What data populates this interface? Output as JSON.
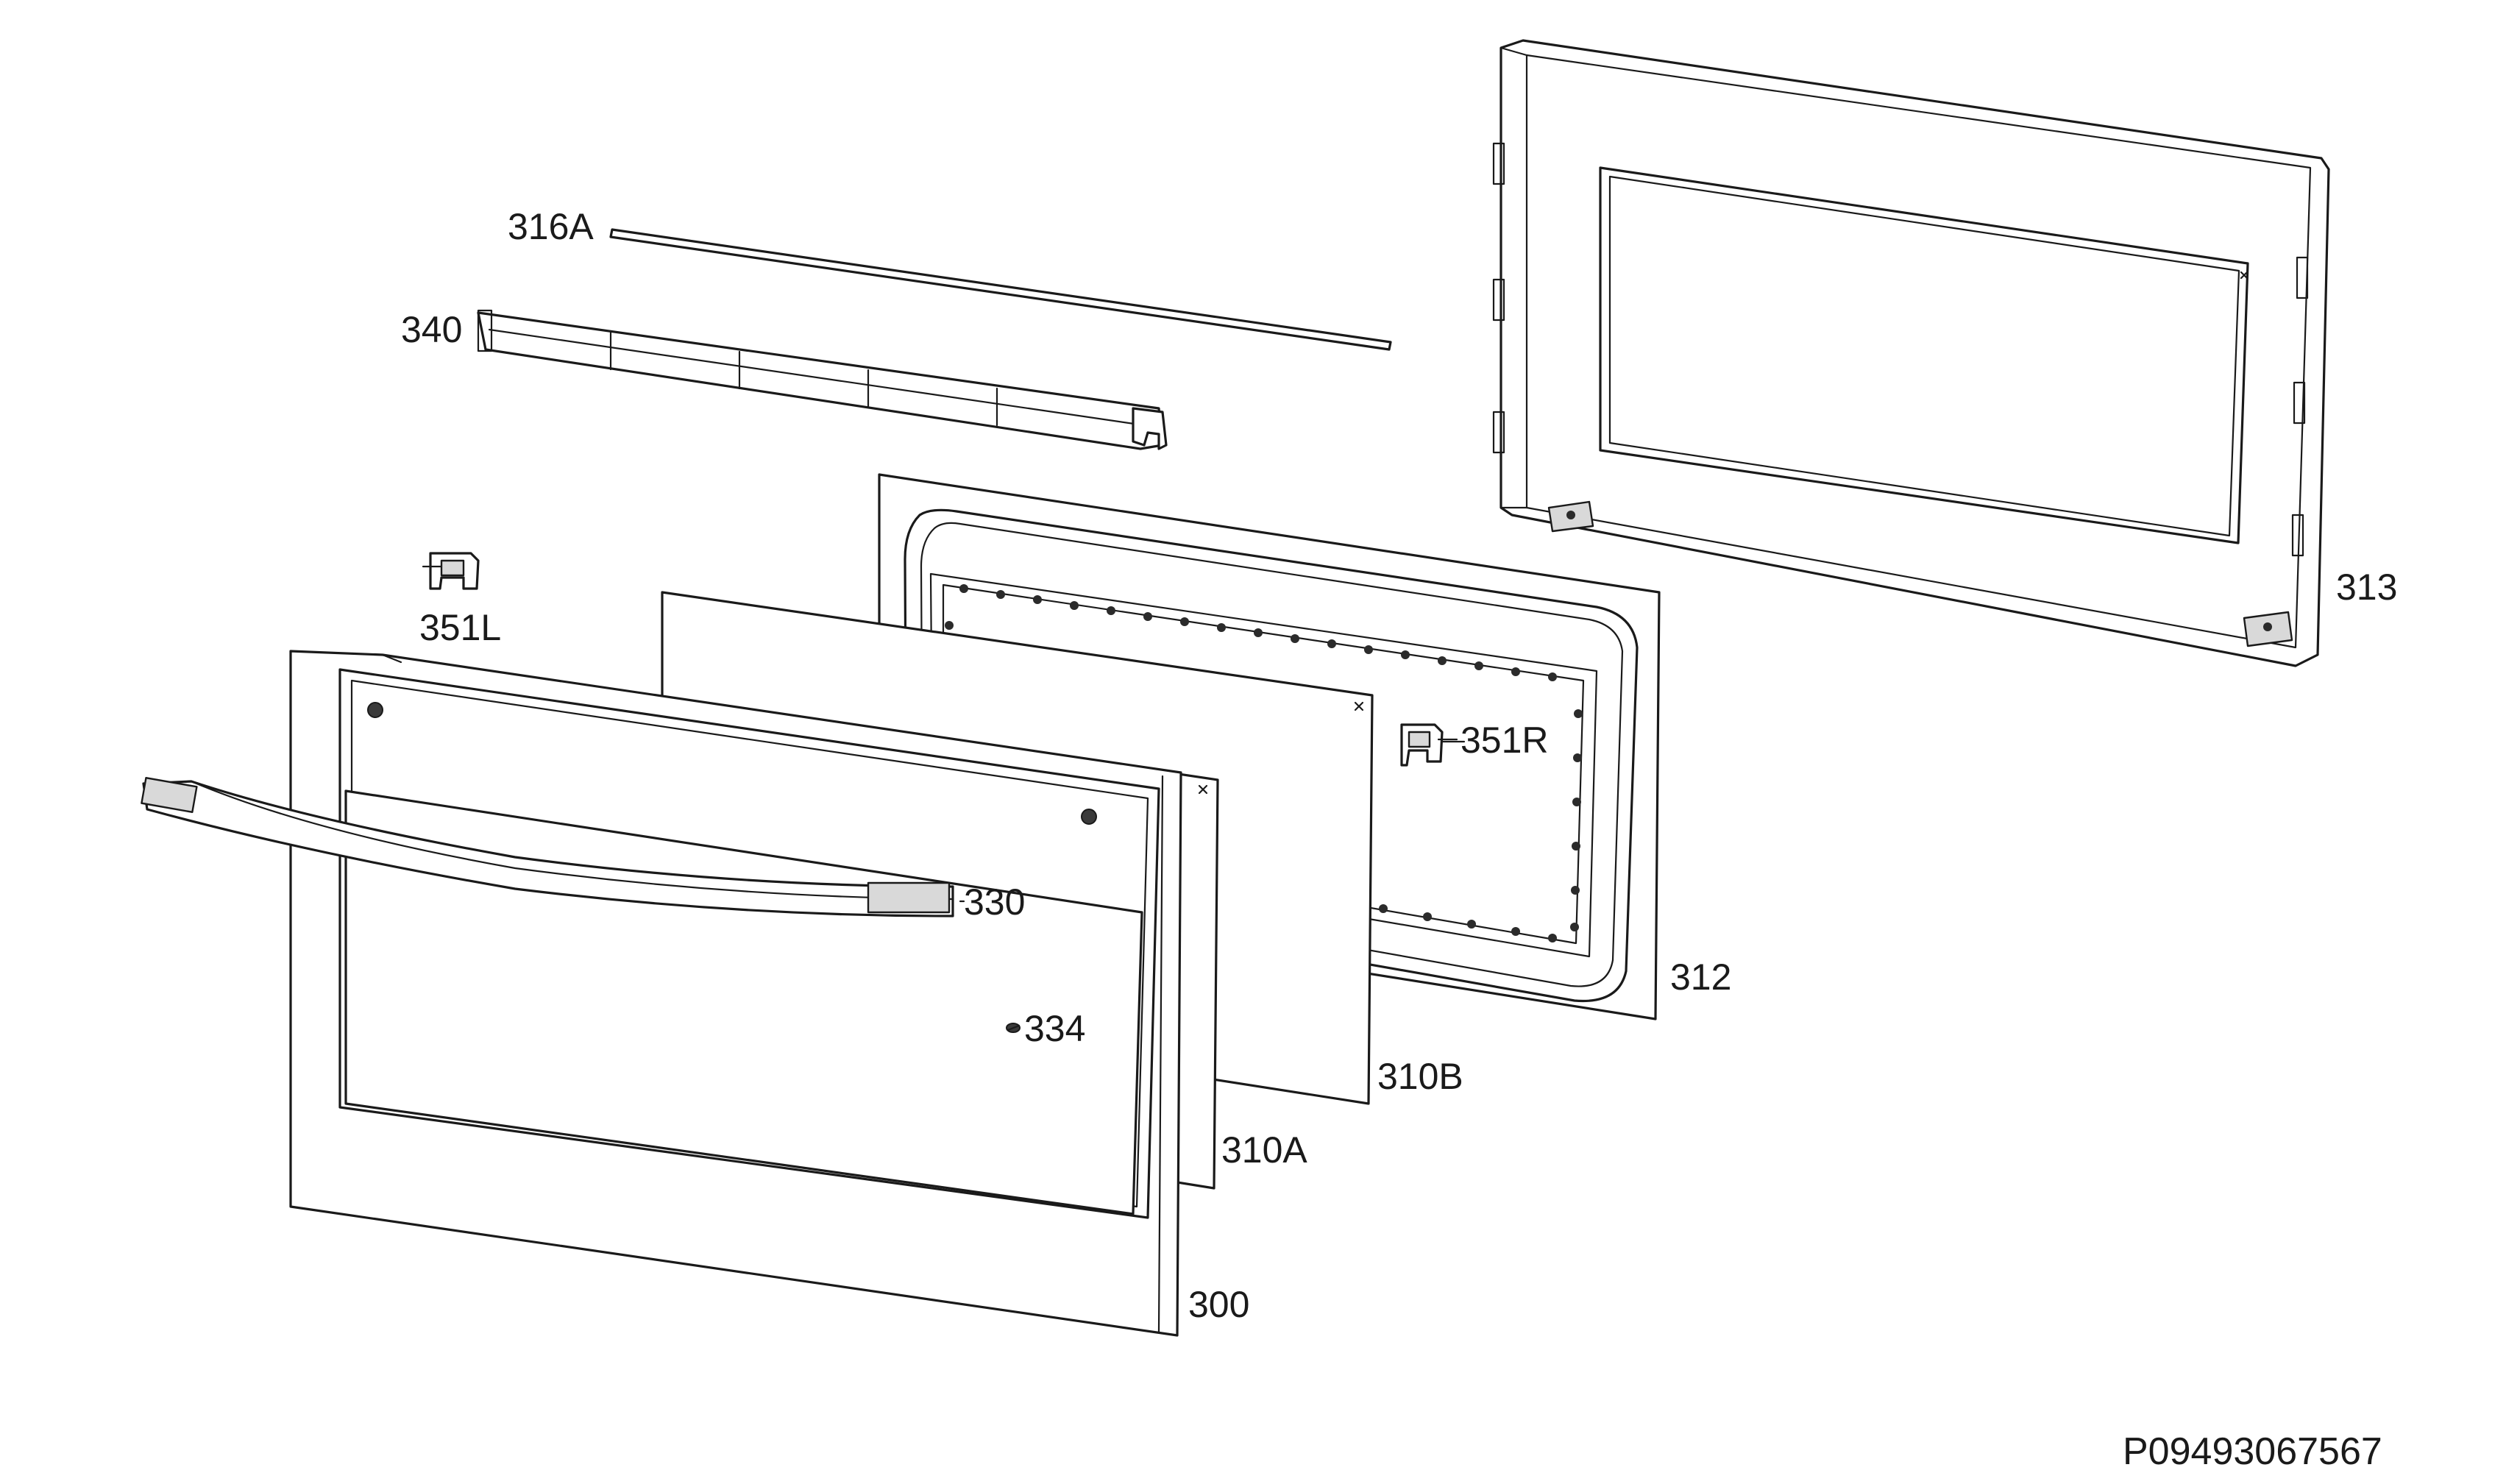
{
  "diagram": {
    "callouts": {
      "p316A": "316A",
      "p340": "340",
      "p351L": "351L",
      "p351R": "351R",
      "p330": "330",
      "p334": "334",
      "p310B": "310B",
      "p310A": "310A",
      "p300": "300",
      "p312": "312",
      "p313": "313"
    },
    "reference_code": "P09493067567",
    "line_color": "#1a1a1a",
    "background": "#ffffff"
  }
}
